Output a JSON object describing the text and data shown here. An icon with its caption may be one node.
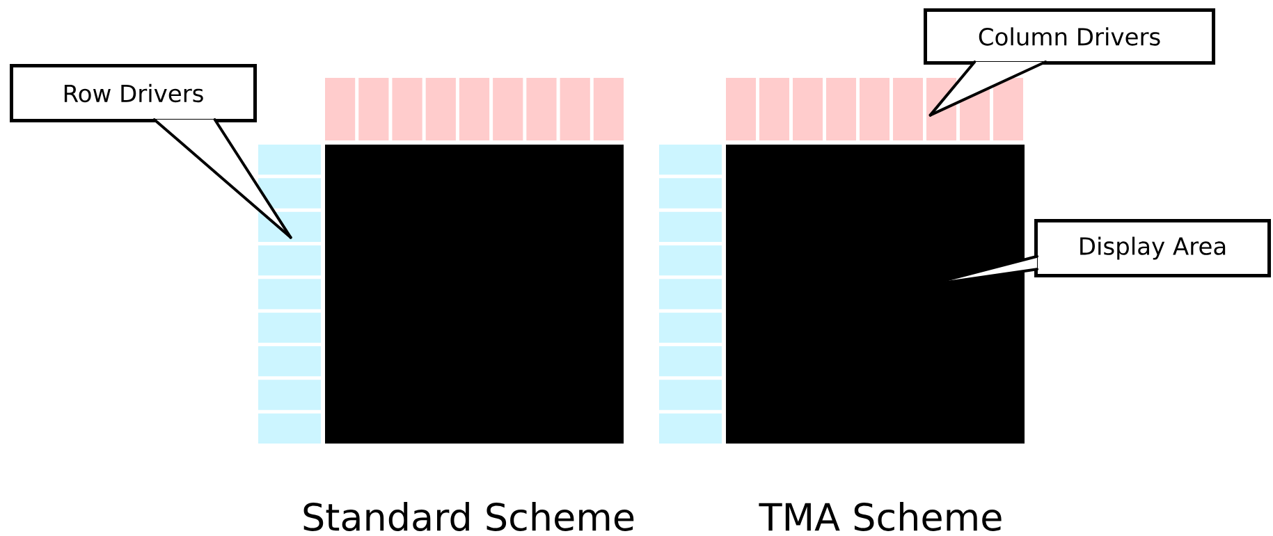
{
  "diagram": {
    "nodes": [
      {
        "text": [
          "Row Drivers"
        ]
      },
      {
        "text": [
          "Column Drivers"
        ]
      },
      {
        "text": [
          "Display Area"
        ]
      },
      {
        "text": [],
        "shape": "bar"
      },
      {
        "text": [],
        "shape": "bar"
      },
      {
        "text": [],
        "shape": "box"
      },
      {
        "text": [],
        "shape": "bar"
      },
      {
        "text": [],
        "shape": "bar"
      },
      {
        "text": [],
        "shape": "box"
      }
    ],
    "edges": [
      {
        "from": 0,
        "to": 4,
        "arrow": "none"
      },
      {
        "from": 1,
        "to": 6,
        "arrow": "none"
      },
      {
        "from": 2,
        "to": 8,
        "arrow": "none"
      }
    ],
    "labels": [
      "Standard Scheme",
      "TMA Scheme"
    ]
  }
}
